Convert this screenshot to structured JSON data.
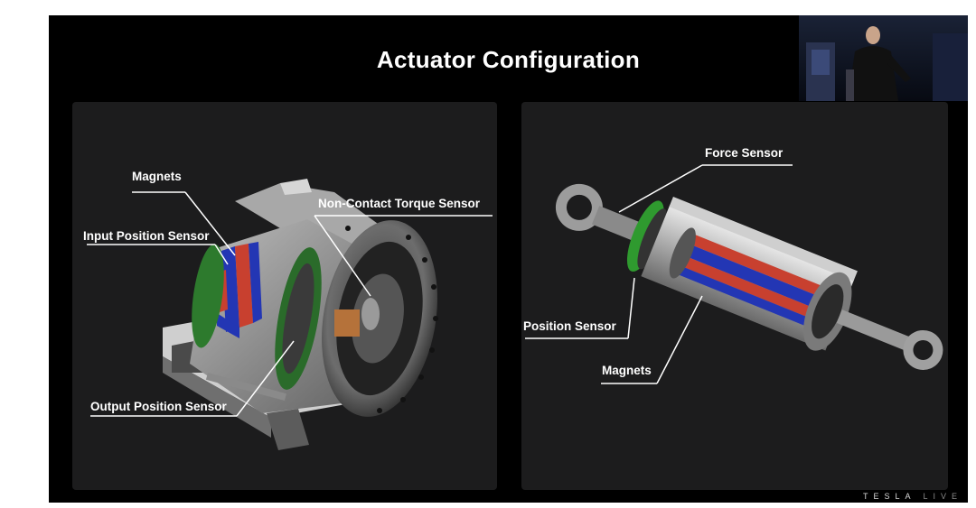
{
  "slide": {
    "title": "Actuator Configuration"
  },
  "left_panel": {
    "labels": {
      "magnets": "Magnets",
      "torque_sensor": "Non-Contact Torque Sensor",
      "input_position_sensor": "Input Position Sensor",
      "output_position_sensor": "Output Position Sensor"
    }
  },
  "right_panel": {
    "labels": {
      "force_sensor": "Force Sensor",
      "position_sensor": "Position Sensor",
      "magnets": "Magnets"
    }
  },
  "branding": {
    "brand": "TESLA",
    "event": "LIVE"
  },
  "colors": {
    "background": "#000000",
    "panel": "#1c1c1d",
    "magnet_red": "#c8402f",
    "magnet_blue": "#2336b4",
    "sensor_green": "#2f8f2f"
  }
}
